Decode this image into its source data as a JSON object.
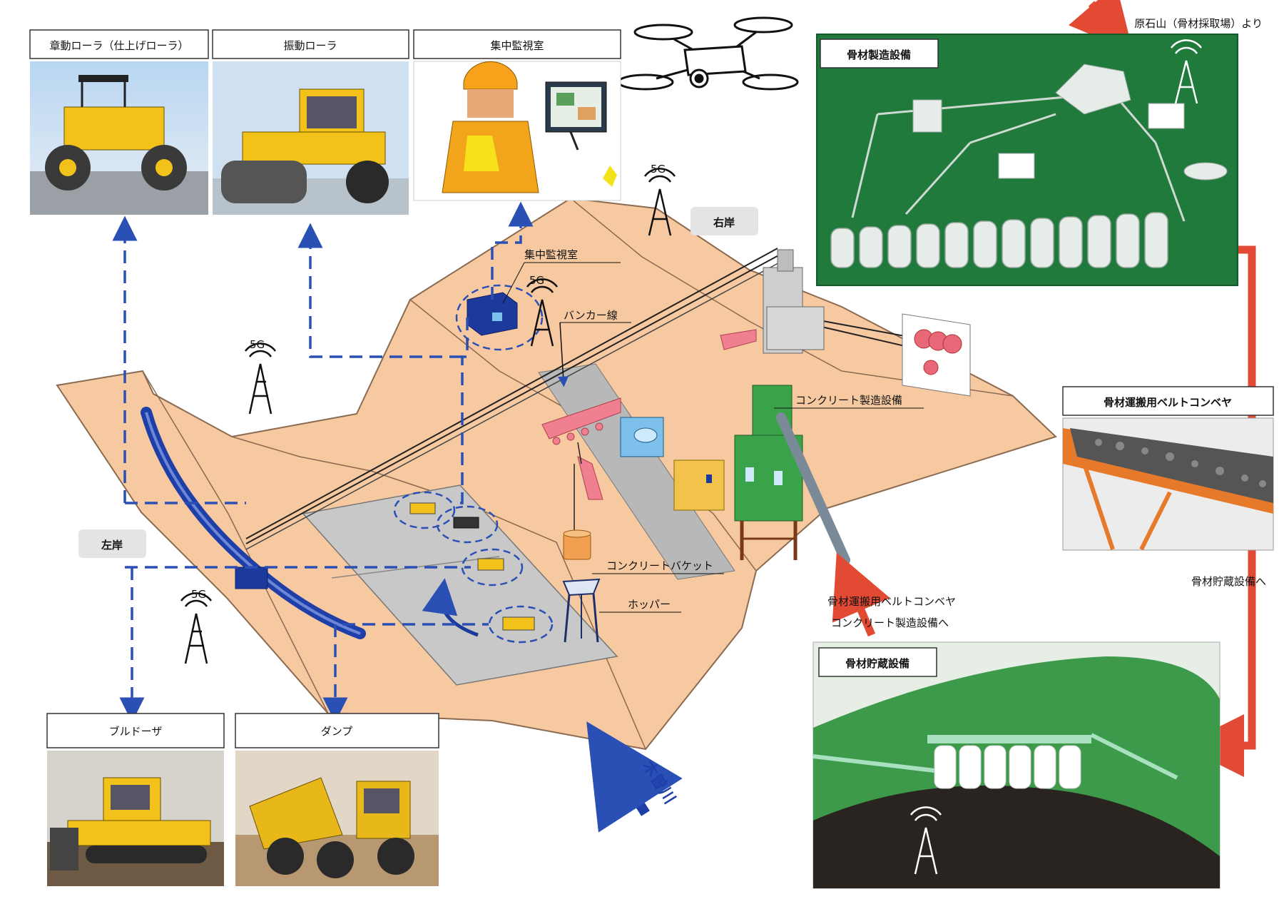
{
  "photos": {
    "tandem_roller": "章動ローラ（仕上げローラ）",
    "vibration_roller": "振動ローラ",
    "control_room": "集中監視室",
    "bulldozer": "ブルドーザ",
    "dump": "ダンプ",
    "aggregate_plant": "骨材製造設備",
    "belt_conveyor": "骨材運搬用ベルトコンベヤ",
    "aggregate_storage": "骨材貯蔵設備"
  },
  "site": {
    "left_bank": "左岸",
    "right_bank": "右岸",
    "control_room": "集中監視室",
    "bunker_line": "バンカー線",
    "concrete_plant": "コンクリート製造設備",
    "concrete_bucket": "コンクリートバケット",
    "hopper": "ホッパー",
    "river": "木曽川"
  },
  "antennas": {
    "label": "5G"
  },
  "flows": {
    "from_quarry": "原石山（骨材採取場）より",
    "to_storage": "骨材貯蔵設備へ",
    "to_conveyor_line1": "骨材運搬用ベルトコンベヤ",
    "to_conveyor_line2": "コンクリート製造設備へ"
  },
  "icons": [
    "drone-icon",
    "antenna-icon",
    "roller-icon",
    "bulldozer-icon",
    "dump-truck-icon",
    "arrow-icon"
  ],
  "colors": {
    "terrain": "#f7c9a0",
    "terrain_edge": "#8a6a50",
    "link_blue": "#2a4fb5",
    "flow_red": "#e24a33",
    "plant_green": "#1f7a3c",
    "concrete_plant": "#3aa34a",
    "crane_pink": "#f08090",
    "river_blue": "#1f3fa8"
  }
}
